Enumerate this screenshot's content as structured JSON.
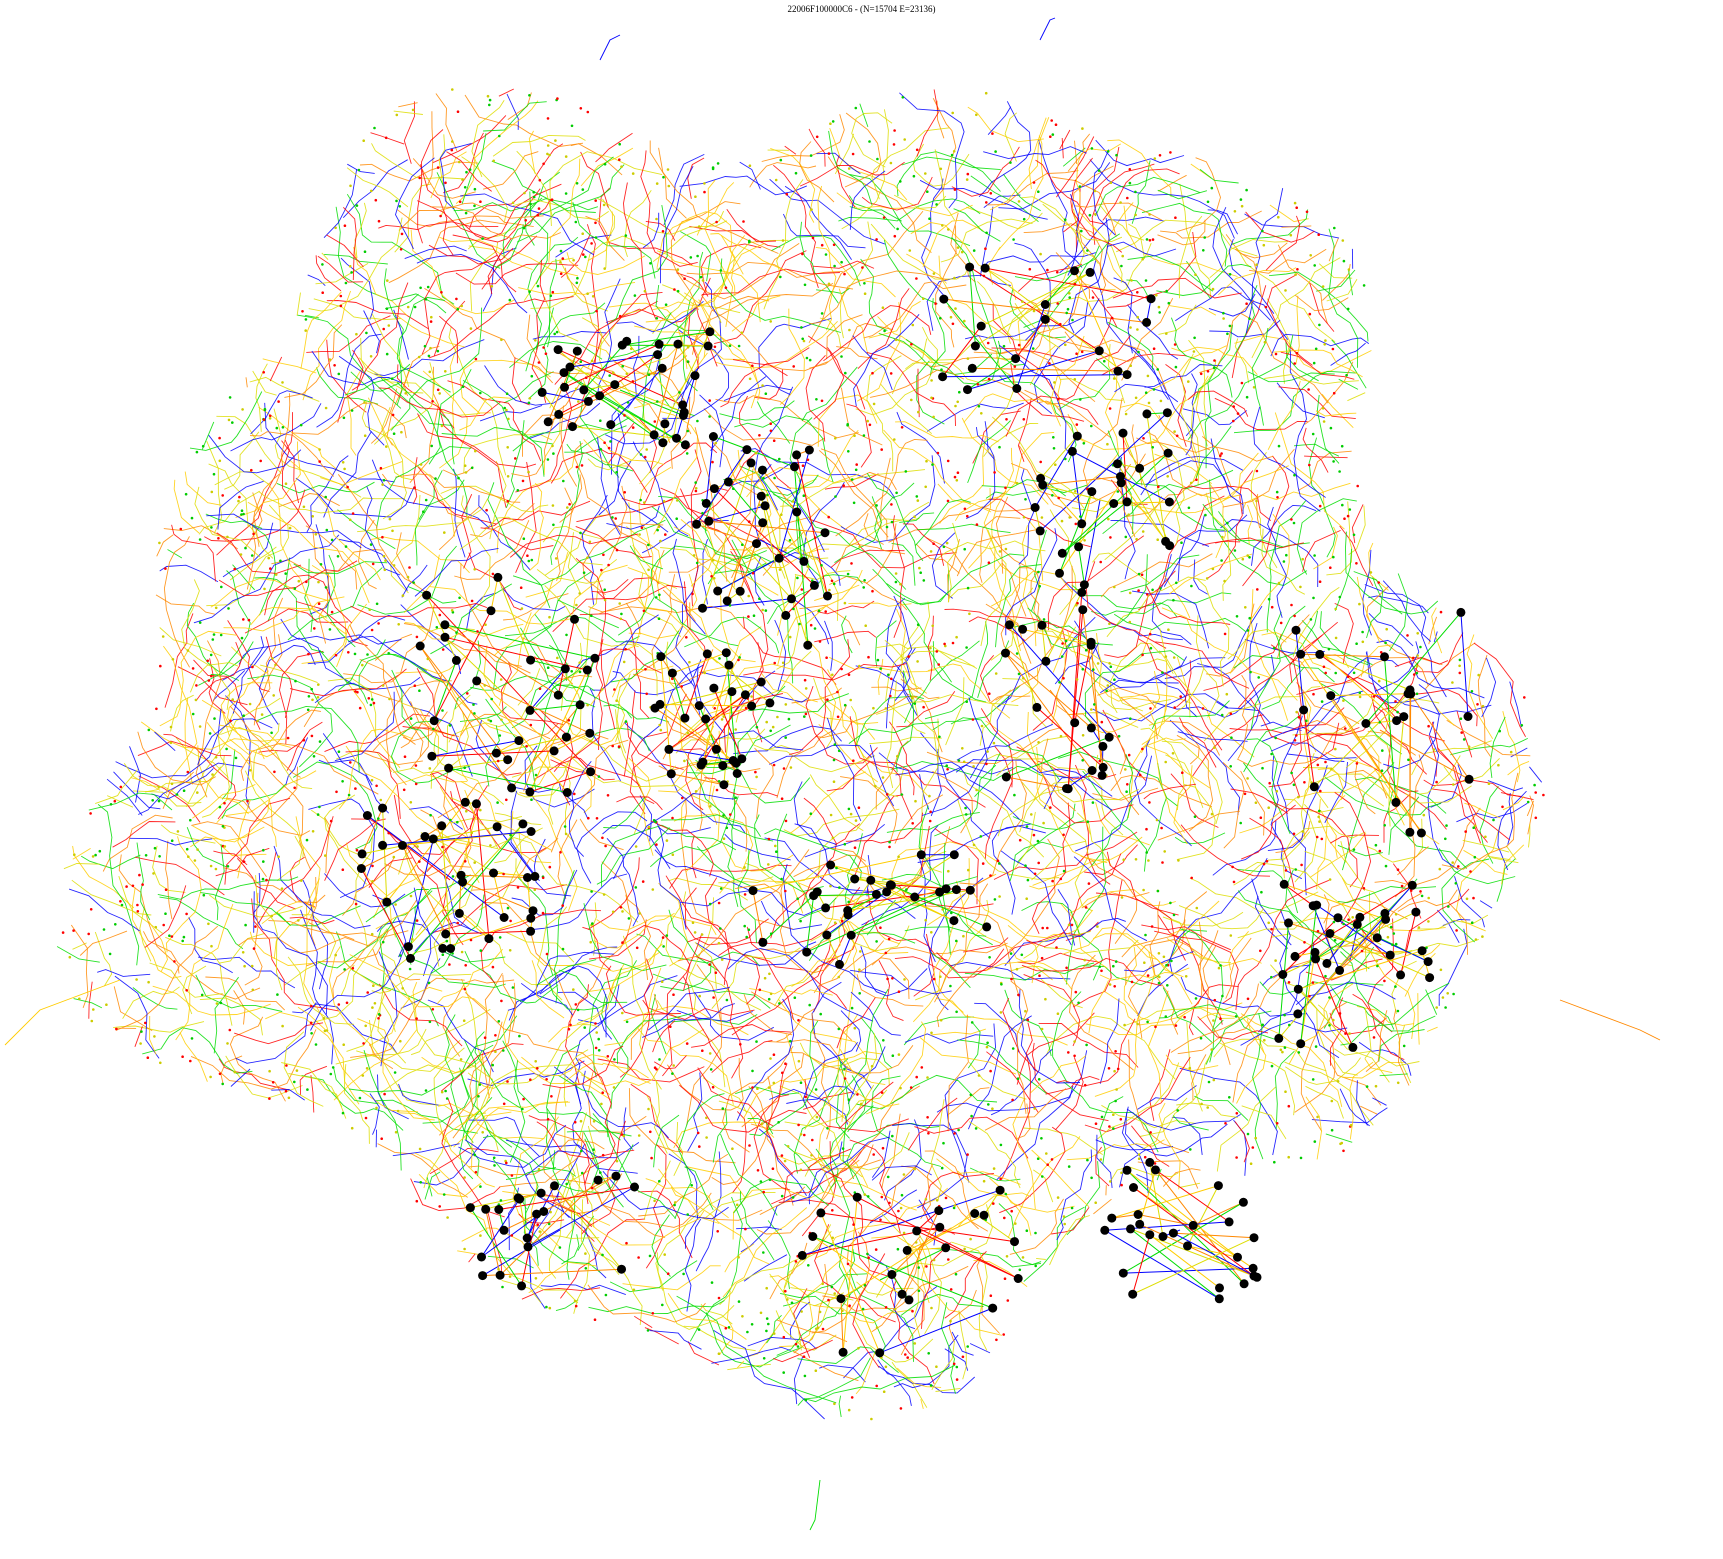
{
  "graph": {
    "title": "22006F100000C6 - (N=15704 E=23136)",
    "node_count": 15704,
    "edge_count": 23136,
    "edge_colors": [
      "#ff0000",
      "#00dd00",
      "#0000ff",
      "#ffcc00",
      "#ff8800",
      "#dddd00"
    ],
    "node_color": "#000000",
    "small_node_colors": [
      "#ff0000",
      "#00cc00",
      "#cccc00"
    ],
    "background": "#ffffff"
  }
}
